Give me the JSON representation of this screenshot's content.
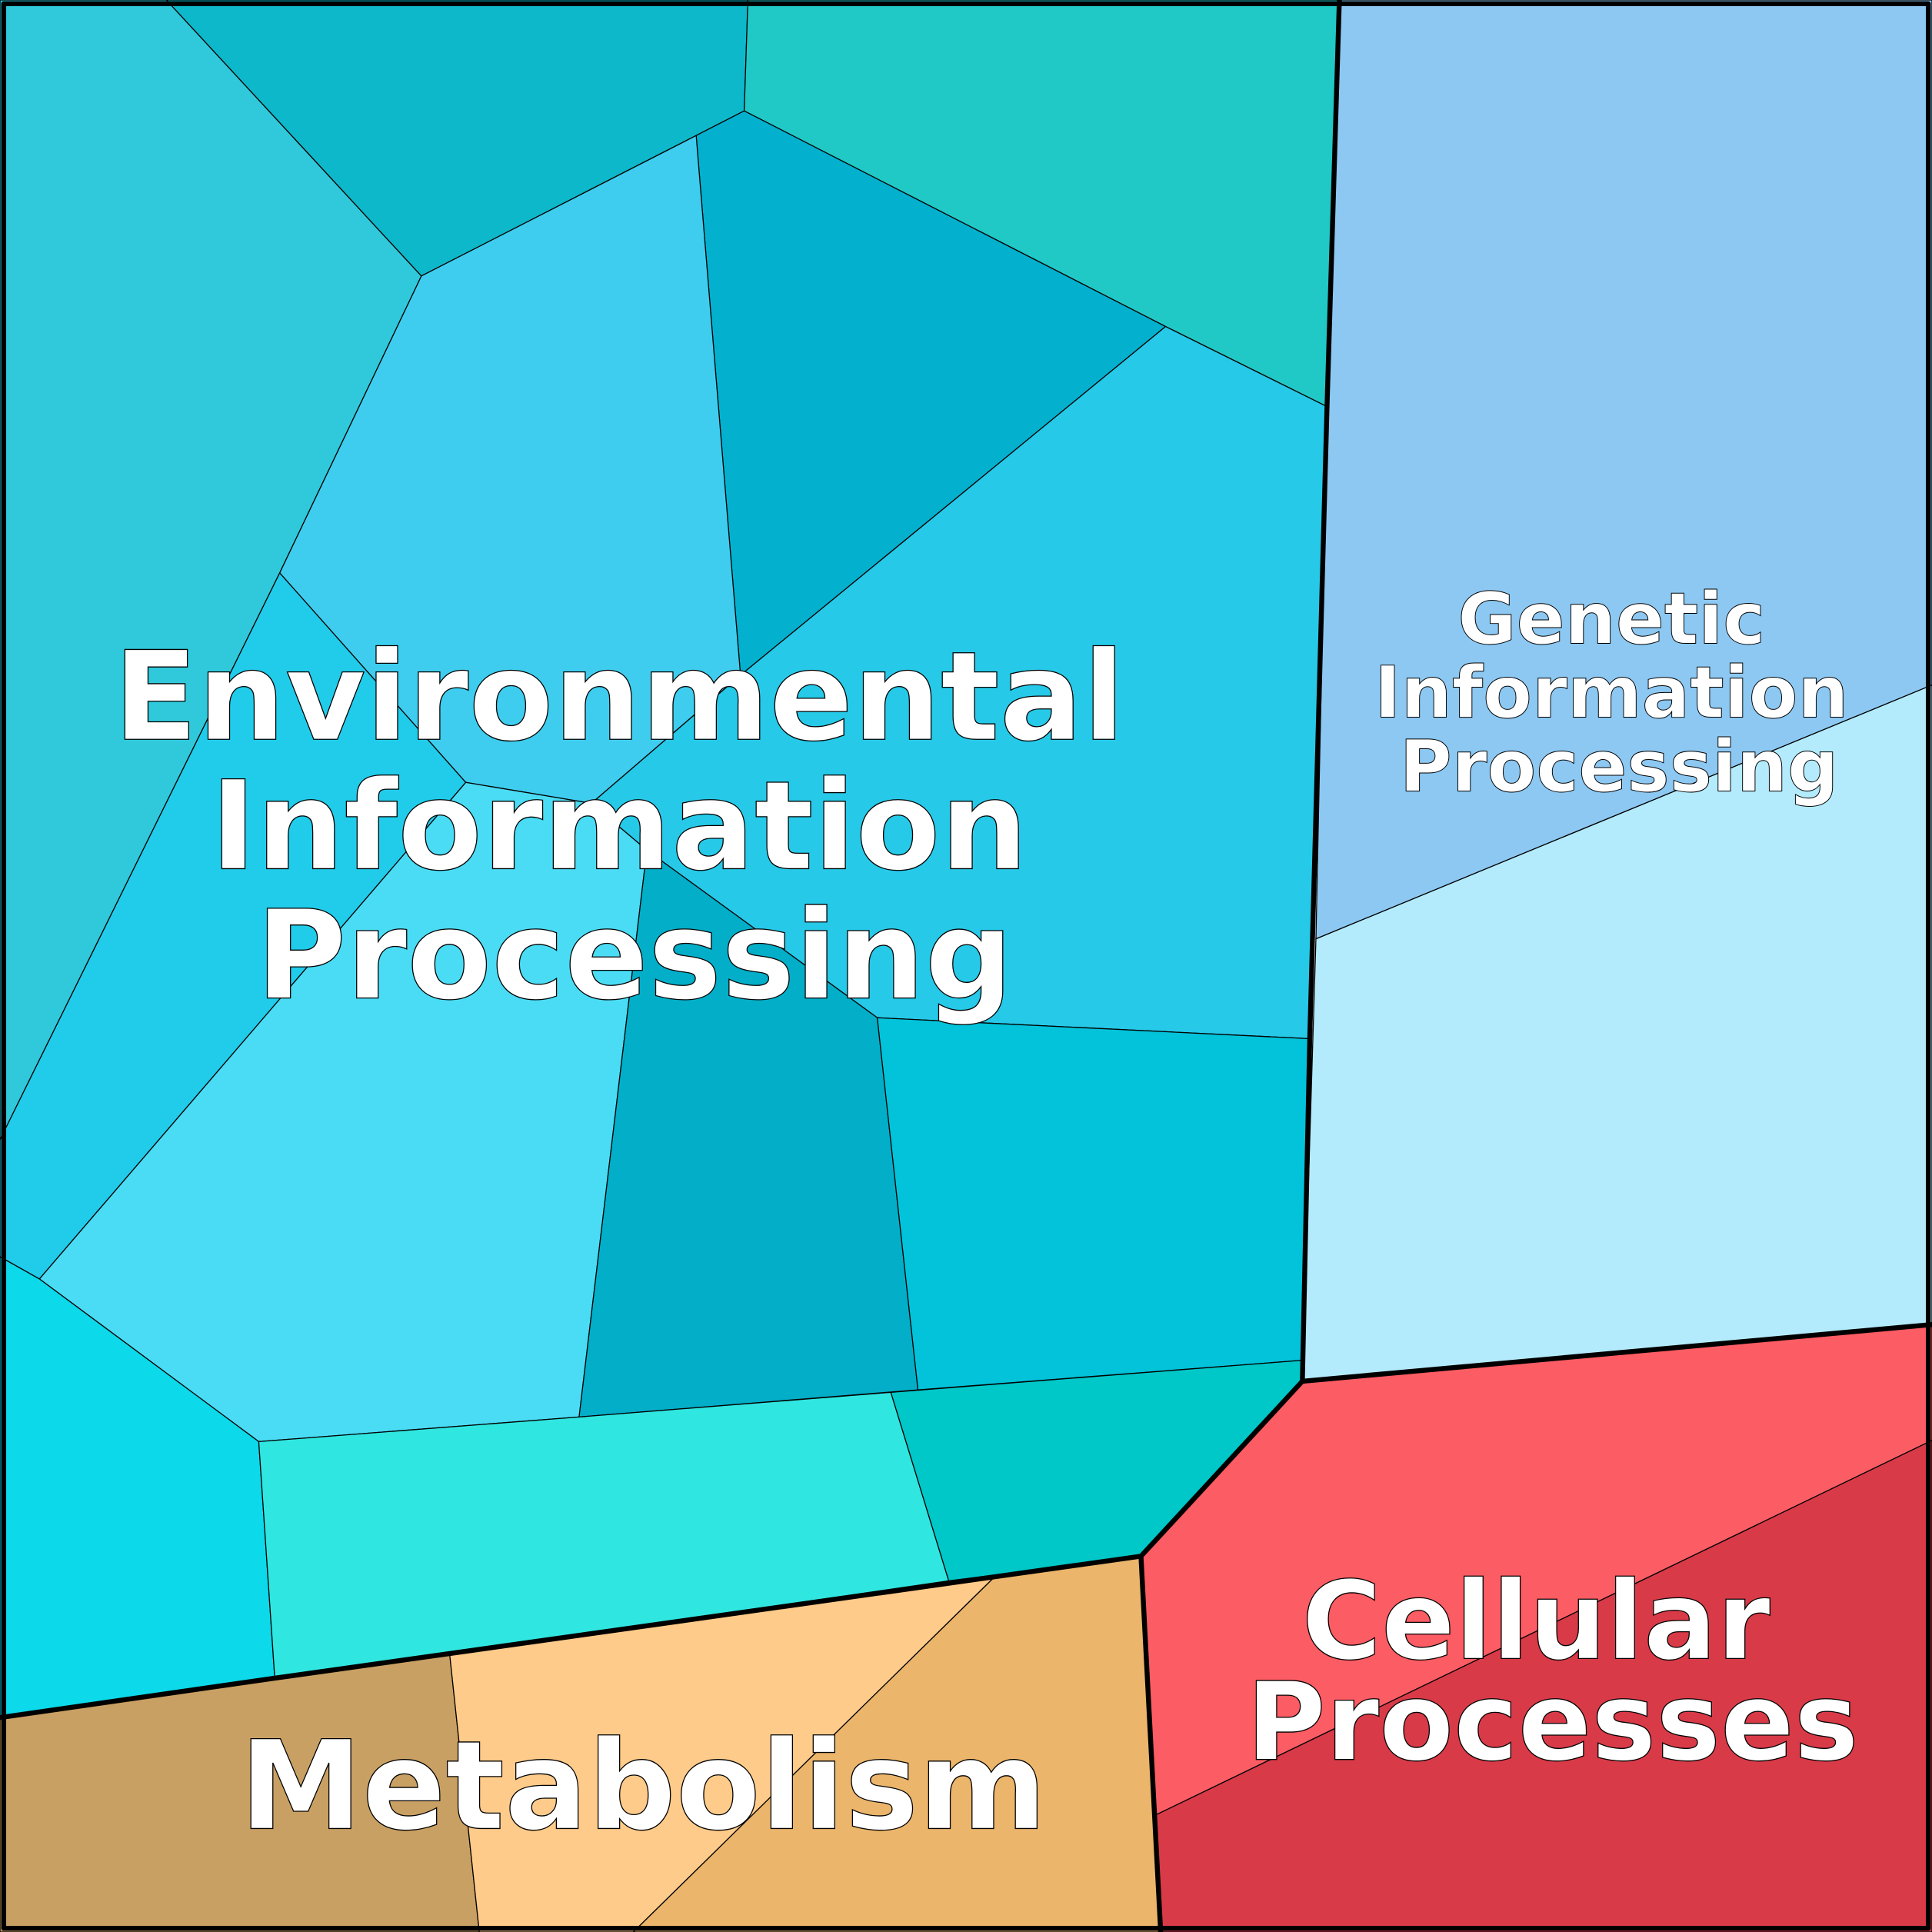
{
  "title": "Pathway category Voronoi treemap",
  "groups": {
    "environmental": {
      "line1": "Environmental",
      "line2": "Information",
      "line3": "Processing",
      "colors": [
        "#30C9DB",
        "#0DB8CA",
        "#20C8C6",
        "#03B1CF",
        "#3ECDEE",
        "#26C9E8",
        "#20CCEA",
        "#4ADCF5",
        "#03AEC8",
        "#02C3D9",
        "#0CD9EA",
        "#30E6E0",
        "#00C7C8"
      ]
    },
    "genetic": {
      "line1": "Genetic",
      "line2": "Information",
      "line3": "Processing",
      "colors": [
        "#8CC8F2",
        "#B3EBFD"
      ]
    },
    "cellular": {
      "line1": "Cellular",
      "line2": "Processes",
      "colors": [
        "#FC5C63",
        "#D83A48"
      ]
    },
    "metabolism": {
      "line1": "Metabolism",
      "colors": [
        "#C9A063",
        "#FFCB8A",
        "#EBB56B"
      ]
    }
  }
}
